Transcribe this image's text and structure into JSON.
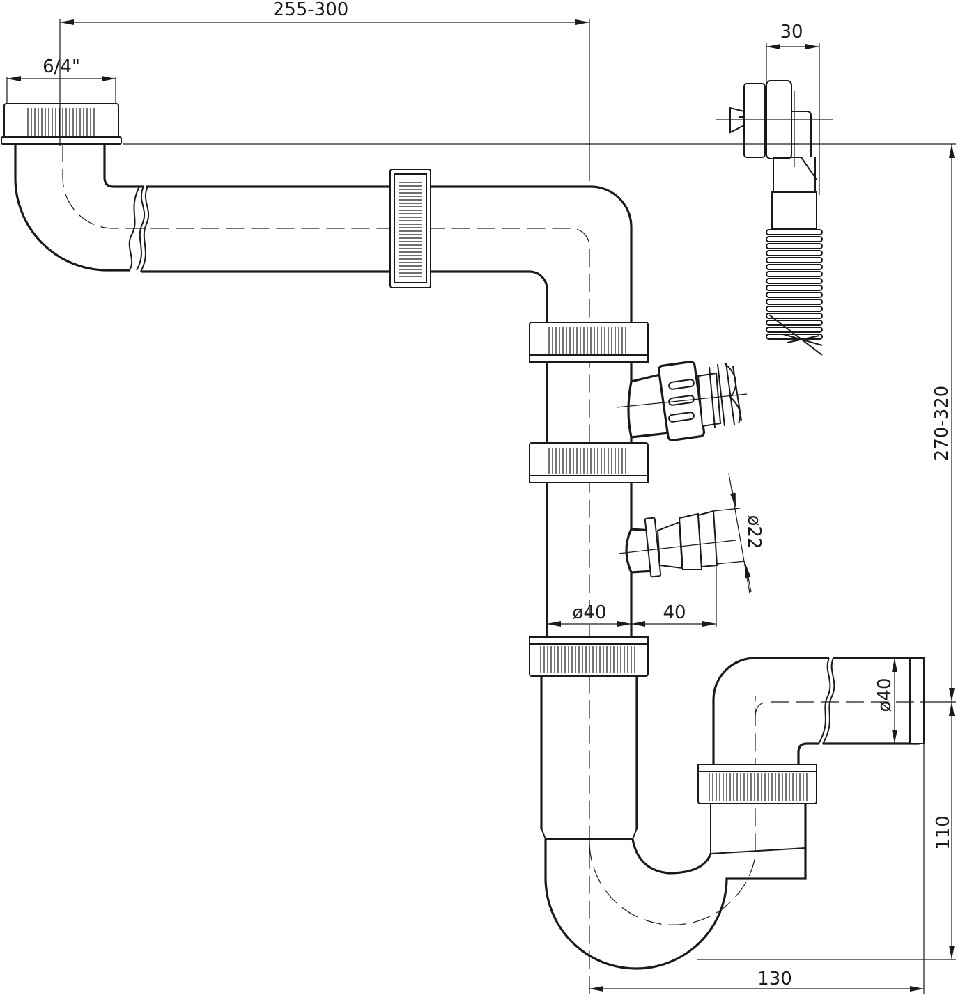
{
  "colors": {
    "line": "#1a1a1a",
    "background": "#ffffff"
  },
  "dimensions": {
    "top_width": "255-300",
    "inlet_thread": "6/4\"",
    "overflow_width": "30",
    "total_height": "270-320",
    "hose_diameter": "ø22",
    "pipe_diameter": "ø40",
    "hose_offset": "40",
    "outlet_diameter": "ø40",
    "trap_height": "110",
    "outlet_length": "130"
  }
}
